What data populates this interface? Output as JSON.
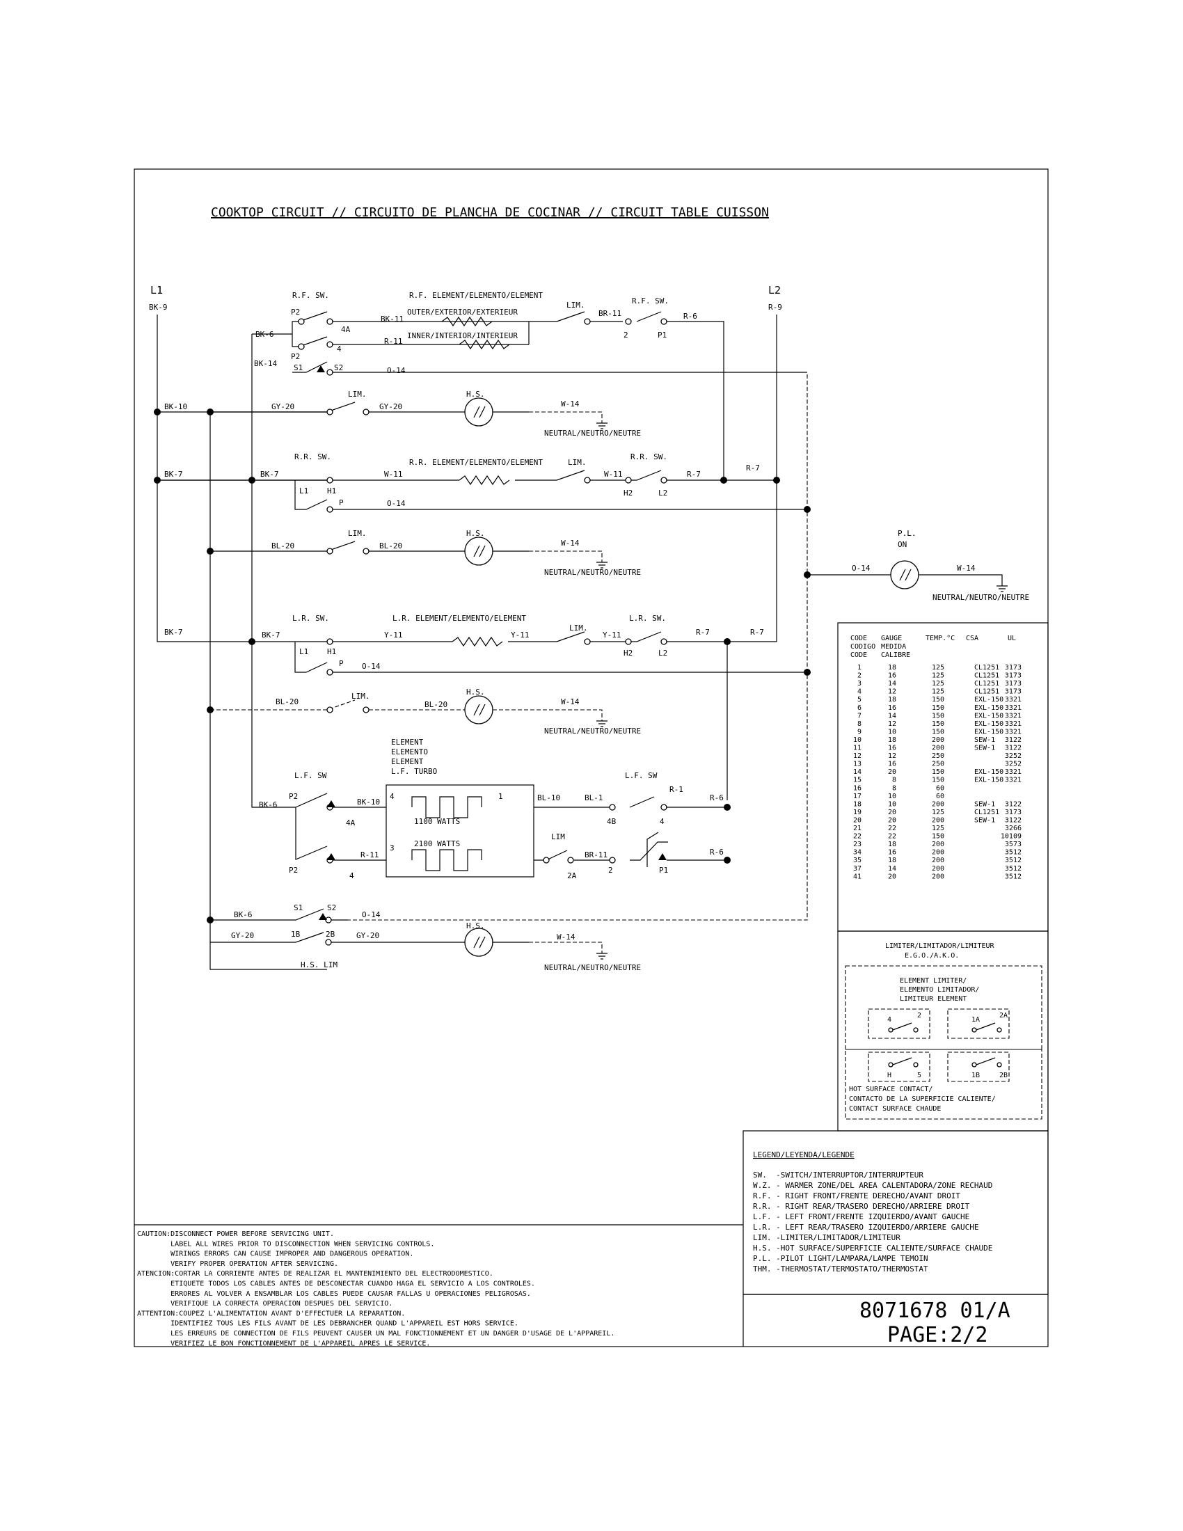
{
  "title": "COOKTOP CIRCUIT // CIRCUITO DE PLANCHA DE COCINAR // CIRCUIT TABLE CUISSON",
  "lines": {
    "l1": "L1",
    "l1_wire": "BK-9",
    "l2": "L2",
    "l2_wire": "R-9"
  },
  "rf": {
    "sw": "R.F. SW.",
    "sw2": "R.F. SW.",
    "element": "R.F. ELEMENT/ELEMENTO/ELEMENT",
    "outer": "OUTER/EXTERIOR/EXTERIEUR",
    "inner": "INNER/INTERIOR/INTERIEUR",
    "lim": "LIM.",
    "p2a": "P2",
    "p2b": "P2",
    "s1": "S1",
    "s2": "S2",
    "t4a": "4A",
    "t4": "4",
    "t2": "2",
    "p1": "P1",
    "bk11": "BK-11",
    "r11": "R-11",
    "br11": "BR-11",
    "r6": "R-6",
    "o14": "O-14",
    "bk6": "BK-6",
    "bk14": "BK-14"
  },
  "hs1": {
    "bk10": "BK-10",
    "gy20a": "GY-20",
    "gy20b": "GY-20",
    "lim": "LIM.",
    "hs": "H.S.",
    "w14": "W-14",
    "neutral": "NEUTRAL/NEUTRO/NEUTRE"
  },
  "rr": {
    "sw": "R.R. SW.",
    "sw2": "R.R. SW.",
    "element": "R.R. ELEMENT/ELEMENTO/ELEMENT",
    "lim": "LIM.",
    "bk7a": "BK-7",
    "bk7b": "BK-7",
    "l1": "L1",
    "h1": "H1",
    "p": "P",
    "w11a": "W-11",
    "w11b": "W-11",
    "h2": "H2",
    "l2": "L2",
    "r7a": "R-7",
    "r7b": "R-7",
    "o14": "O-14"
  },
  "hs2": {
    "bl20a": "BL-20",
    "bl20b": "BL-20",
    "lim": "LIM.",
    "hs": "H.S.",
    "w14": "W-14",
    "neutral": "NEUTRAL/NEUTRO/NEUTRE"
  },
  "pl": {
    "label": "P.L.",
    "on": "ON",
    "o14": "O-14",
    "w14": "W-14",
    "neutral": "NEUTRAL/NEUTRO/NEUTRE"
  },
  "lr": {
    "sw": "L.R. SW.",
    "sw2": "L.R. SW.",
    "element": "L.R. ELEMENT/ELEMENTO/ELEMENT",
    "lim": "LIM.",
    "bk7a": "BK-7",
    "bk7b": "BK-7",
    "l1": "L1",
    "h1": "H1",
    "p": "P",
    "y11a": "Y-11",
    "y11b": "Y-11",
    "y11c": "Y-11",
    "h2": "H2",
    "l2": "L2",
    "r7a": "R-7",
    "r7b": "R-7",
    "o14": "O-14"
  },
  "hs3": {
    "bl20a": "BL-20",
    "bl20b": "BL-20",
    "lim": "LIM.",
    "hs": "H.S.",
    "w14": "W-14",
    "neutral": "NEUTRAL/NEUTRO/NEUTRE"
  },
  "lf": {
    "sw": "L.F. SW",
    "sw2": "L.F. SW",
    "el1": "ELEMENT",
    "el2": "ELEMENTO",
    "el3": "ELEMENT",
    "el4": "L.F. TURBO",
    "w1100": "1100 WATTS",
    "w2100": "2100 WATTS",
    "p2a": "P2",
    "p2b": "P2",
    "t4a": "4A",
    "t4": "4",
    "n4": "4",
    "n1": "1",
    "n3": "3",
    "bk6": "BK-6",
    "bk10": "BK-10",
    "r11a": "R-11",
    "r11b": "BR-11",
    "bl10": "BL-10",
    "bl1": "BL-1",
    "t4b": "4B",
    "r1": "R-1",
    "r6a": "R-6",
    "r6b": "R-6",
    "t4c": "4",
    "lim": "LIM",
    "t2a": "2A",
    "t2": "2",
    "p1": "P1"
  },
  "bottom": {
    "bk6": "BK-6",
    "s1": "S1",
    "s2": "S2",
    "o14": "O-14",
    "gy20a": "GY-20",
    "gy20b": "GY-20",
    "t1b": "1B",
    "t2b": "2B",
    "hslim": "H.S. LIM",
    "hs": "H.S.",
    "w14": "W-14",
    "neutral": "NEUTRAL/NEUTRO/NEUTRE"
  },
  "gauge_table": {
    "headers": [
      [
        "CODE",
        "GAUGE",
        "TEMP.°C",
        "CSA",
        "UL"
      ],
      [
        "CODIGO",
        "MEDIDA",
        "",
        "",
        ""
      ],
      [
        "CODE",
        "CALIBRE",
        "",
        "",
        ""
      ]
    ],
    "rows": [
      [
        "1",
        "18",
        "125",
        "CL1251",
        "3173"
      ],
      [
        "2",
        "16",
        "125",
        "CL1251",
        "3173"
      ],
      [
        "3",
        "14",
        "125",
        "CL1251",
        "3173"
      ],
      [
        "4",
        "12",
        "125",
        "CL1251",
        "3173"
      ],
      [
        "5",
        "18",
        "150",
        "EXL-150",
        "3321"
      ],
      [
        "6",
        "16",
        "150",
        "EXL-150",
        "3321"
      ],
      [
        "7",
        "14",
        "150",
        "EXL-150",
        "3321"
      ],
      [
        "8",
        "12",
        "150",
        "EXL-150",
        "3321"
      ],
      [
        "9",
        "10",
        "150",
        "EXL-150",
        "3321"
      ],
      [
        "10",
        "18",
        "200",
        "SEW-1",
        "3122"
      ],
      [
        "11",
        "16",
        "200",
        "SEW-1",
        "3122"
      ],
      [
        "12",
        "12",
        "250",
        "",
        "3252"
      ],
      [
        "13",
        "16",
        "250",
        "",
        "3252"
      ],
      [
        "14",
        "20",
        "150",
        "EXL-150",
        "3321"
      ],
      [
        "15",
        "8",
        "150",
        "EXL-150",
        "3321"
      ],
      [
        "16",
        "8",
        "60",
        "",
        ""
      ],
      [
        "17",
        "10",
        "60",
        "",
        ""
      ],
      [
        "18",
        "10",
        "200",
        "SEW-1",
        "3122"
      ],
      [
        "19",
        "20",
        "125",
        "CL1251",
        "3173"
      ],
      [
        "20",
        "20",
        "200",
        "SEW-1",
        "3122"
      ],
      [
        "21",
        "22",
        "125",
        "",
        "3266"
      ],
      [
        "22",
        "22",
        "150",
        "",
        "10109"
      ],
      [
        "23",
        "18",
        "200",
        "",
        "3573"
      ],
      [
        "34",
        "16",
        "200",
        "",
        "3512"
      ],
      [
        "35",
        "18",
        "200",
        "",
        "3512"
      ],
      [
        "37",
        "14",
        "200",
        "",
        "3512"
      ],
      [
        "41",
        "20",
        "200",
        "",
        "3512"
      ]
    ]
  },
  "limiter_box": {
    "title1": "LIMITER/LIMITADOR/LIMITEUR",
    "title2": "E.G.O./A.K.O.",
    "el1": "ELEMENT LIMITER/",
    "el2": "ELEMENTO LIMITADOR/",
    "el3": "LIMITEUR ELEMENT",
    "t4": "4",
    "t2": "2",
    "t1a": "1A",
    "t2a": "2A",
    "th": "H",
    "t5": "5",
    "t1b": "1B",
    "t2b": "2B",
    "hs1": "HOT SURFACE CONTACT/",
    "hs2": "CONTACTO DE LA SUPERFICIE CALIENTE/",
    "hs3": "CONTACT SURFACE CHAUDE"
  },
  "legend": {
    "title": "LEGEND/LEYENDA/LEGENDE",
    "items": [
      "SW.  -SWITCH/INTERRUPTOR/INTERRUPTEUR",
      "W.Z. - WARMER ZONE/DEL AREA CALENTADORA/ZONE RECHAUD",
      "R.F. - RIGHT FRONT/FRENTE DERECHO/AVANT DROIT",
      "R.R. - RIGHT REAR/TRASERO DERECHO/ARRIERE DROIT",
      "L.F. - LEFT FRONT/FRENTE IZQUIERDO/AVANT GAUCHE",
      "L.R. - LEFT REAR/TRASERO IZQUIERDO/ARRIERE GAUCHE",
      "LIM. -LIMITER/LIMITADOR/LIMITEUR",
      "H.S. -HOT SURFACE/SUPERFICIE CALIENTE/SURFACE CHAUDE",
      "P.L. -PILOT LIGHT/LAMPARA/LAMPE TEMOIN",
      "THM. -THERMOSTAT/TERMOSTATO/THERMOSTAT"
    ]
  },
  "caution": {
    "lines": [
      "CAUTION:DISCONNECT POWER BEFORE SERVICING UNIT.",
      "        LABEL ALL WIRES PRIOR TO DISCONNECTION WHEN SERVICING CONTROLS.",
      "        WIRINGS ERRORS CAN CAUSE IMPROPER AND DANGEROUS OPERATION.",
      "        VERIFY PROPER OPERATION AFTER SERVICING.",
      "ATENCION:CORTAR LA CORRIENTE ANTES DE REALIZAR EL MANTENIMIENTO DEL ELECTRODOMESTICO.",
      "        ETIQUETE TODOS LOS CABLES ANTES DE DESCONECTAR CUANDO HAGA EL SERVICIO A LOS CONTROLES.",
      "        ERRORES AL VOLVER A ENSAMBLAR LOS CABLES PUEDE CAUSAR FALLAS U OPERACIONES PELIGROSAS.",
      "        VERIFIQUE LA CORRECTA OPERACION DESPUES DEL SERVICIO.",
      "ATTENTION:COUPEZ L'ALIMENTATION AVANT D'EFFECTUER LA REPARATION.",
      "        IDENTIFIEZ TOUS LES FILS AVANT DE LES DEBRANCHER QUAND L'APPAREIL EST HORS SERVICE.",
      "        LES ERREURS DE CONNECTION DE FILS PEUVENT CAUSER UN MAL FONCTIONNEMENT ET UN DANGER D'USAGE DE L'APPAREIL.",
      "        VERIFIEZ LE BON FONCTIONNEMENT DE L'APPAREIL APRES LE SERVICE."
    ]
  },
  "part_number": "8071678 01/A",
  "page": "PAGE:2/2"
}
